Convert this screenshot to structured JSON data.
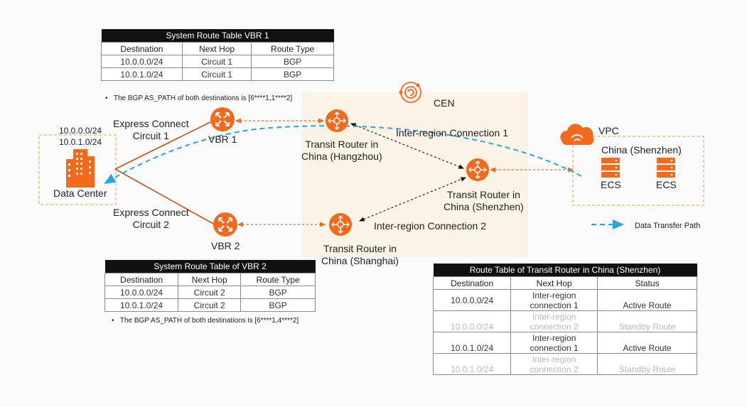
{
  "vbr1_table": {
    "title": "System Route Table VBR 1",
    "headers": [
      "Destination",
      "Next Hop",
      "Route Type"
    ],
    "rows": [
      [
        "10.0.0.0/24",
        "Circuit 1",
        "BGP"
      ],
      [
        "10.0.1.0/24",
        "Circuit 1",
        "BGP"
      ]
    ]
  },
  "vbr1_note": "The BGP AS_PATH of both destinations is [6****1,1****2]",
  "vbr2_table": {
    "title": "System Route Table of VBR 2",
    "headers": [
      "Destination",
      "Next Hop",
      "Route Type"
    ],
    "rows": [
      [
        "10.0.0.0/24",
        "Circuit 2",
        "BGP"
      ],
      [
        "10.0.1.0/24",
        "Circuit 2",
        "BGP"
      ]
    ]
  },
  "vbr2_note": "The BGP AS_PATH of both destinations is [6****1,4****2]",
  "tr_table": {
    "title": "Route Table of Transit Router in China (Shenzhen)",
    "headers": [
      "Destination",
      "Next Hop",
      "Status"
    ],
    "rows": [
      {
        "dest": "10.0.0.0/24",
        "hop1": "Inter-region",
        "hop2": "connection 1",
        "status": "Active Route",
        "dim": false
      },
      {
        "dest": "10.0.0.0/24",
        "hop1": "Inter-region",
        "hop2": "connection 2",
        "status": "Standby Route",
        "dim": true
      },
      {
        "dest": "10.0.1.0/24",
        "hop1": "Inter-region",
        "hop2": "connection 1",
        "status": "Active Route",
        "dim": false
      },
      {
        "dest": "10.0.1.0/24",
        "hop1": "Inter-region",
        "hop2": "connection 2",
        "status": "Standby Route",
        "dim": true
      }
    ]
  },
  "labels": {
    "cen": "CEN",
    "vpc": "VPC",
    "vpc_region": "China (Shenzhen)",
    "ecs1": "ECS",
    "ecs2": "ECS",
    "dc_cidr1": "10.0.0.0/24",
    "dc_cidr2": "10.0.1.0/24",
    "data_center": "Data Center",
    "ec1_line1": "Express Connect",
    "ec1_line2": "Circuit 1",
    "ec2_line1": "Express Connect",
    "ec2_line2": "Circuit 2",
    "vbr1": "VBR 1",
    "vbr2": "VBR 2",
    "tr_hz_line1": "Transit Router in",
    "tr_hz_line2": "China (Hangzhou)",
    "tr_sh_line1": "Transit Router in",
    "tr_sh_line2": "China (Shanghai)",
    "tr_sz_line1": "Transit Router in",
    "tr_sz_line2": "China (Shenzhen)",
    "irc1": "Inter-region Connection 1",
    "irc2": "Inter-region Connection 2",
    "legend": "Data Transfer Path"
  },
  "colors": {
    "orange": "#f26a1b",
    "cen_bg": "#fbf4e6",
    "circuit": "#c0541a",
    "blue": "#2aa5e0",
    "dashed_box": "#e2a04a"
  }
}
